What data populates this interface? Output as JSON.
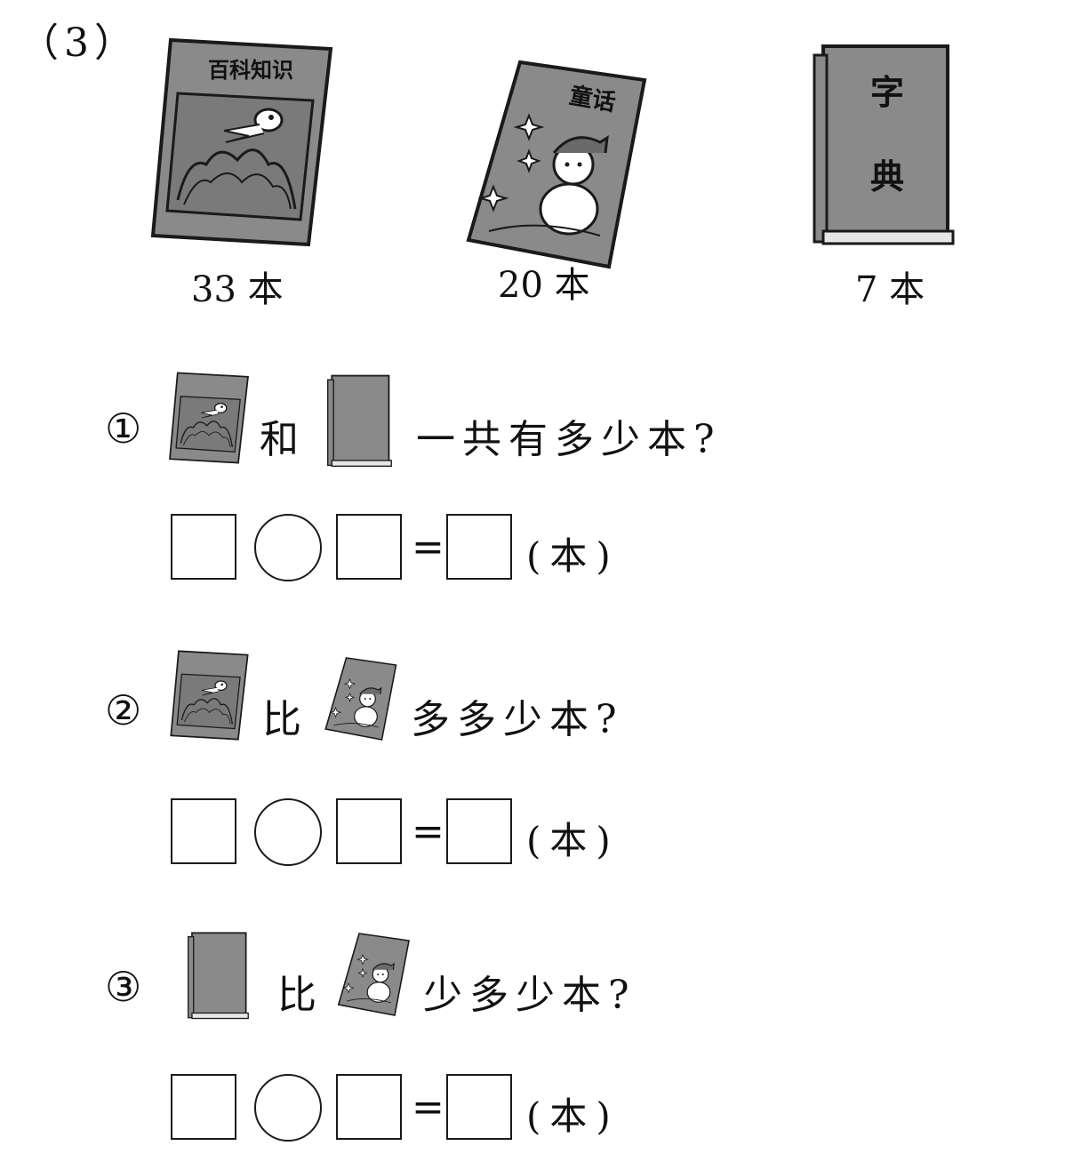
{
  "problem_number": "（3）",
  "books": [
    {
      "name": "百科知识",
      "count_label": "33 本"
    },
    {
      "name": "童话",
      "count_label": "20 本"
    },
    {
      "name": "字典",
      "count_label": "7 本"
    }
  ],
  "dictionary_chars": [
    "字",
    "典"
  ],
  "questions": [
    {
      "marker": "①",
      "connector": "和",
      "ask": "一共有多少本?"
    },
    {
      "marker": "②",
      "connector": "比",
      "ask": "多多少本?"
    },
    {
      "marker": "③",
      "connector": "比",
      "ask": "少多少本?"
    }
  ],
  "equation": {
    "equals": "=",
    "unit": "(本)"
  },
  "colors": {
    "book_cover": "#8a8a8a",
    "ink": "#1a1a1a"
  }
}
